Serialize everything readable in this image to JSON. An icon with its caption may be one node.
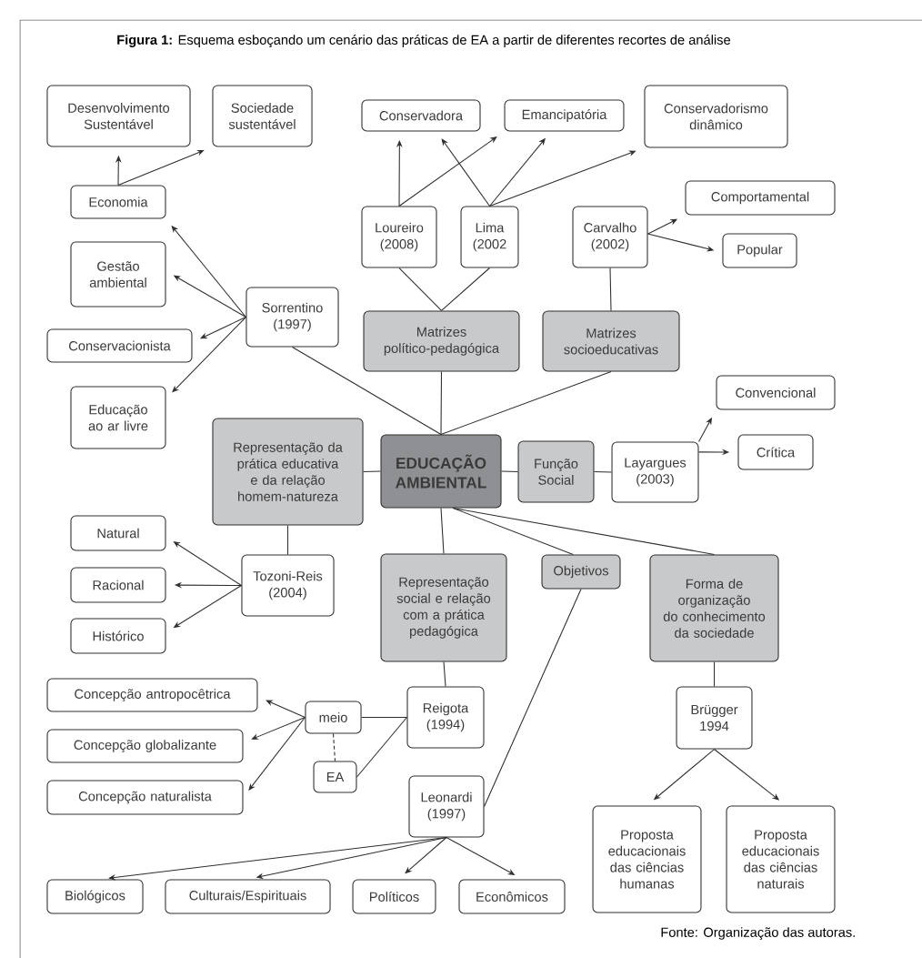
{
  "diagram": {
    "title": "**Figura 1:** Esquema esboçando um cenário das práticas de EA a partir de diferentes recortes de análise",
    "caption": "Fonte: Organização das autoras.",
    "nodes": [
      {
        "text": [
          "EDUCAÇÃO AMBIENTAL"
        ]
      },
      {
        "text": [
          "Matrizes político-pedagógica"
        ]
      },
      {
        "text": [
          "Matrizes socioeducativas"
        ]
      },
      {
        "text": [
          "Loureiro (2008)"
        ]
      },
      {
        "text": [
          "Lima (2002"
        ]
      },
      {
        "text": [
          "Carvalho (2002)"
        ]
      },
      {
        "text": [
          "Conservadora"
        ]
      },
      {
        "text": [
          "Emancipatória"
        ]
      },
      {
        "text": [
          "Conservadorismo dinâmico"
        ]
      },
      {
        "text": [
          "Comportamental"
        ]
      },
      {
        "text": [
          "Popular"
        ]
      },
      {
        "text": [
          "Sorrentino (1997)"
        ]
      },
      {
        "text": [
          "Economia"
        ]
      },
      {
        "text": [
          "Desenvolvimento Sustentável"
        ]
      },
      {
        "text": [
          "Sociedade sustentável"
        ]
      },
      {
        "text": [
          "Gestão ambiental"
        ]
      },
      {
        "text": [
          "Conservacionista"
        ]
      },
      {
        "text": [
          "Educação ao ar livre"
        ]
      },
      {
        "text": [
          "Representação da prática educativa e da relação homem-natureza"
        ]
      },
      {
        "text": [
          "Função Social"
        ]
      },
      {
        "text": [
          "Layargues (2003)"
        ]
      },
      {
        "text": [
          "Convencional"
        ]
      },
      {
        "text": [
          "Crítica"
        ]
      },
      {
        "text": [
          "Tozoni-Reis (2004)"
        ]
      },
      {
        "text": [
          "Natural"
        ]
      },
      {
        "text": [
          "Racional"
        ]
      },
      {
        "text": [
          "Histórico"
        ]
      },
      {
        "text": [
          "Representação social e relação com a prática pedagógica"
        ]
      },
      {
        "text": [
          "Objetivos"
        ]
      },
      {
        "text": [
          "Forma de organização do conhecimento da sociedade"
        ]
      },
      {
        "text": [
          "Concepção antropocêtrica"
        ]
      },
      {
        "text": [
          "Concepção globalizante"
        ]
      },
      {
        "text": [
          "Concepção naturalista"
        ]
      },
      {
        "text": [
          "meio"
        ]
      },
      {
        "text": [
          "EA"
        ]
      },
      {
        "text": [
          "Reigota (1994)"
        ]
      },
      {
        "text": [
          "Leonardi (1997)"
        ]
      },
      {
        "text": [
          "Brügger 1994"
        ]
      },
      {
        "text": [
          "Biológicos"
        ]
      },
      {
        "text": [
          "Culturais/Espirituais"
        ]
      },
      {
        "text": [
          "Políticos"
        ]
      },
      {
        "text": [
          "Econômicos"
        ]
      },
      {
        "text": [
          "Proposta educacionais das ciências humanas"
        ]
      },
      {
        "text": [
          "Proposta educacionais das ciências naturais"
        ]
      }
    ],
    "edges": [
      {
        "from": 1,
        "to": 0,
        "arrow": "none"
      },
      {
        "from": 2,
        "to": 0,
        "arrow": "none"
      },
      {
        "from": 11,
        "to": 0,
        "arrow": "none"
      },
      {
        "from": 3,
        "to": 1,
        "arrow": "none"
      },
      {
        "from": 4,
        "to": 1,
        "arrow": "none"
      },
      {
        "from": 5,
        "to": 2,
        "arrow": "none"
      },
      {
        "from": 3,
        "to": 6,
        "arrow": "to"
      },
      {
        "from": 3,
        "to": 7,
        "arrow": "to"
      },
      {
        "from": 4,
        "to": 6,
        "arrow": "to"
      },
      {
        "from": 4,
        "to": 7,
        "arrow": "to"
      },
      {
        "from": 4,
        "to": 8,
        "arrow": "to"
      },
      {
        "from": 5,
        "to": 9,
        "arrow": "to"
      },
      {
        "from": 5,
        "to": 10,
        "arrow": "to"
      },
      {
        "from": 11,
        "to": 12,
        "arrow": "to"
      },
      {
        "from": 11,
        "to": 15,
        "arrow": "to"
      },
      {
        "from": 11,
        "to": 16,
        "arrow": "to"
      },
      {
        "from": 11,
        "to": 17,
        "arrow": "to"
      },
      {
        "from": 12,
        "to": 13,
        "arrow": "to"
      },
      {
        "from": 12,
        "to": 14,
        "arrow": "to"
      },
      {
        "from": 18,
        "to": 0,
        "arrow": "none"
      },
      {
        "from": 0,
        "to": 19,
        "arrow": "none"
      },
      {
        "from": 19,
        "to": 20,
        "arrow": "none"
      },
      {
        "from": 20,
        "to": 21,
        "arrow": "to"
      },
      {
        "from": 20,
        "to": 22,
        "arrow": "to"
      },
      {
        "from": 18,
        "to": 23,
        "arrow": "none"
      },
      {
        "from": 23,
        "to": 24,
        "arrow": "to"
      },
      {
        "from": 23,
        "to": 25,
        "arrow": "to"
      },
      {
        "from": 23,
        "to": 26,
        "arrow": "to"
      },
      {
        "from": 0,
        "to": 27,
        "arrow": "none"
      },
      {
        "from": 0,
        "to": 28,
        "arrow": "none"
      },
      {
        "from": 0,
        "to": 29,
        "arrow": "none"
      },
      {
        "from": 27,
        "to": 35,
        "arrow": "none"
      },
      {
        "from": 35,
        "to": 33,
        "arrow": "none"
      },
      {
        "from": 35,
        "to": 34,
        "arrow": "none"
      },
      {
        "from": 33,
        "to": 34,
        "arrow": "none",
        "style": "dashed"
      },
      {
        "from": 33,
        "to": 30,
        "arrow": "to"
      },
      {
        "from": 33,
        "to": 31,
        "arrow": "to"
      },
      {
        "from": 33,
        "to": 32,
        "arrow": "to"
      },
      {
        "from": 28,
        "to": 36,
        "arrow": "none"
      },
      {
        "from": 36,
        "to": 38,
        "arrow": "to"
      },
      {
        "from": 36,
        "to": 39,
        "arrow": "to"
      },
      {
        "from": 36,
        "to": 40,
        "arrow": "to"
      },
      {
        "from": 36,
        "to": 41,
        "arrow": "to"
      },
      {
        "from": 29,
        "to": 37,
        "arrow": "none"
      },
      {
        "from": 37,
        "to": 42,
        "arrow": "to"
      },
      {
        "from": 37,
        "to": 43,
        "arrow": "to"
      }
    ]
  }
}
